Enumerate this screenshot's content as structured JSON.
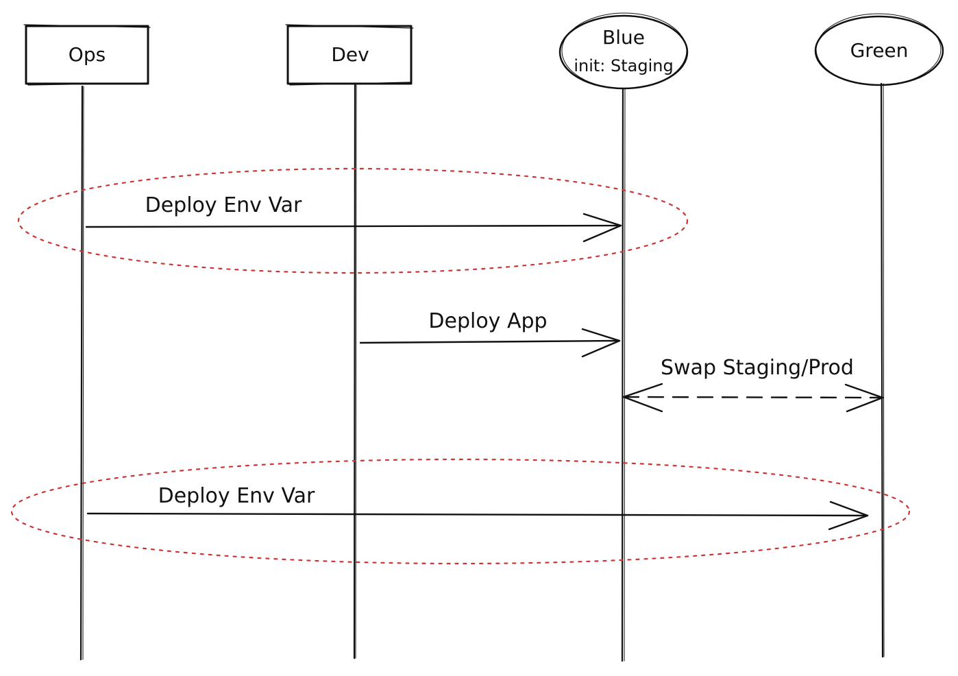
{
  "actors": {
    "ops": {
      "label": "Ops",
      "shape": "rectangle"
    },
    "dev": {
      "label": "Dev",
      "shape": "rectangle"
    },
    "blue": {
      "label": "Blue",
      "sublabel": "init: Staging",
      "shape": "ellipse"
    },
    "green": {
      "label": "Green",
      "shape": "ellipse"
    }
  },
  "messages": [
    {
      "label": "Deploy Env Var",
      "from": "Ops",
      "to": "Blue",
      "style": "solid"
    },
    {
      "label": "Deploy App",
      "from": "Dev",
      "to": "Blue",
      "style": "solid"
    },
    {
      "label": "Swap Staging/Prod",
      "from": "Blue",
      "to": "Green",
      "style": "dashed",
      "bidirectional": true
    },
    {
      "label": "Deploy Env Var",
      "from": "Ops",
      "to": "Green",
      "style": "solid"
    }
  ],
  "highlights": {
    "color": "#cc3333",
    "style": "dotted",
    "count": 2
  }
}
